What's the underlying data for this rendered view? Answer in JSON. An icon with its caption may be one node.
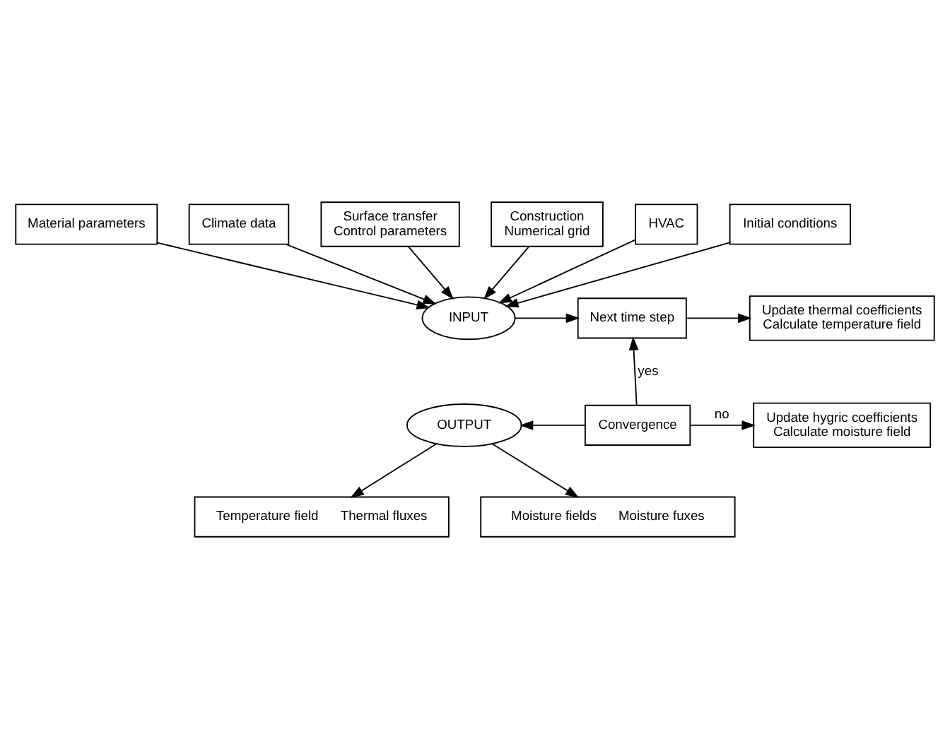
{
  "diagram": {
    "nodes": [
      {
        "text": [
          "Material parameters"
        ]
      },
      {
        "text": [
          "Climate data"
        ]
      },
      {
        "text": [
          "Surface transfer",
          "Control parameters"
        ]
      },
      {
        "text": [
          "Construction",
          "Numerical grid"
        ]
      },
      {
        "text": [
          "HVAC"
        ]
      },
      {
        "text": [
          "Initial conditions"
        ]
      },
      {
        "text": [
          "INPUT"
        ]
      },
      {
        "text": [
          "Next time step"
        ]
      },
      {
        "text": [
          "Update thermal coefficients",
          "Calculate temperature field"
        ]
      },
      {
        "text": [
          "Update hygric coefficients",
          "Calculate moisture field"
        ]
      },
      {
        "text": [
          "OUTPUT"
        ]
      },
      {
        "text": [
          "Convergence"
        ]
      },
      {
        "text": [
          "Temperature field",
          "Thermal fluxes"
        ]
      },
      {
        "text": [
          "Moisture fields",
          "Moisture fuxes"
        ]
      }
    ],
    "edges": [
      {
        "from": 0,
        "to": 6,
        "arrow": "to"
      },
      {
        "from": 1,
        "to": 6,
        "arrow": "to"
      },
      {
        "from": 2,
        "to": 6,
        "arrow": "to"
      },
      {
        "from": 3,
        "to": 6,
        "arrow": "to"
      },
      {
        "from": 4,
        "to": 6,
        "arrow": "to"
      },
      {
        "from": 5,
        "to": 6,
        "arrow": "to"
      },
      {
        "from": 6,
        "to": 7,
        "arrow": "to"
      },
      {
        "from": 7,
        "to": 8,
        "arrow": "to"
      },
      {
        "from": 11,
        "to": 7,
        "arrow": "to",
        "label": "yes"
      },
      {
        "from": 11,
        "to": 10,
        "arrow": "to"
      },
      {
        "from": 11,
        "to": 9,
        "arrow": "to",
        "label": "no"
      },
      {
        "from": 10,
        "to": 12,
        "arrow": "to"
      },
      {
        "from": 10,
        "to": 13,
        "arrow": "to"
      }
    ]
  }
}
